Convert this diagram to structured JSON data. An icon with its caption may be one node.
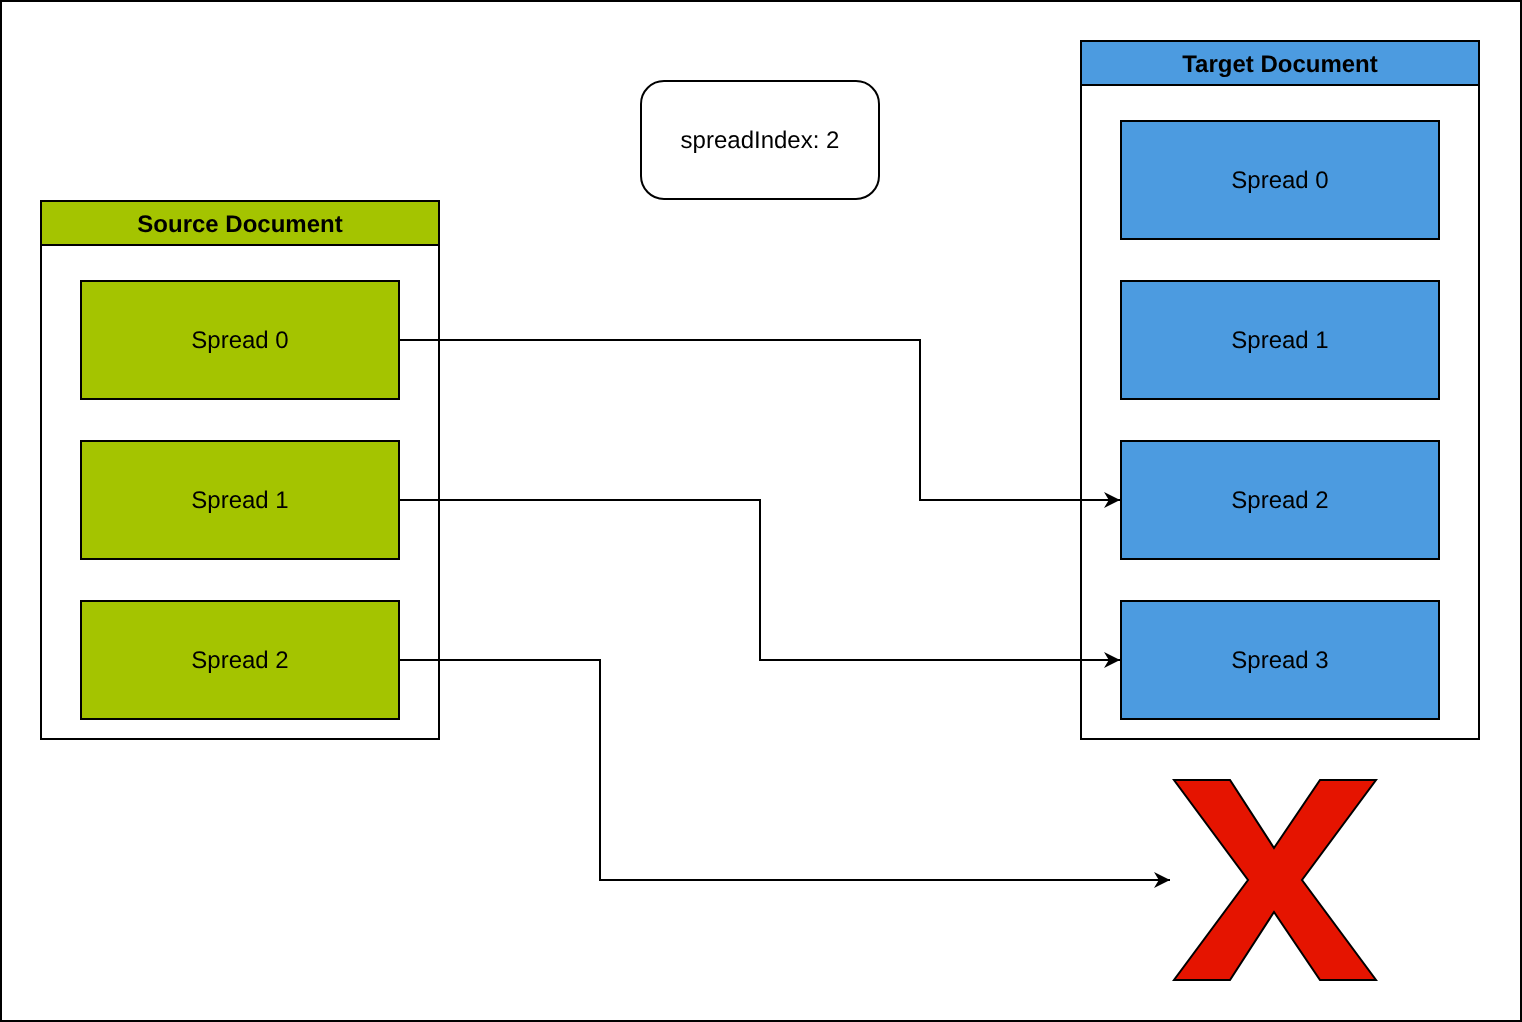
{
  "diagram": {
    "nodes": [
      {
        "text": [
          "Source Document"
        ]
      },
      {
        "text": [
          "Spread 0"
        ],
        "in": 0
      },
      {
        "text": [
          "Spread 1"
        ],
        "in": 0
      },
      {
        "text": [
          "Spread 2"
        ],
        "in": 0
      },
      {
        "text": [
          "spreadIndex: 2"
        ]
      },
      {
        "text": [
          "Target Document"
        ]
      },
      {
        "text": [
          "Spread 0"
        ],
        "in": 5
      },
      {
        "text": [
          "Spread 1"
        ],
        "in": 5
      },
      {
        "text": [
          "Spread 2"
        ],
        "in": 5
      },
      {
        "text": [
          "Spread 3"
        ],
        "in": 5
      },
      {
        "text": [],
        "shape": "cross"
      }
    ],
    "edges": [
      {
        "from": 1,
        "to": 8,
        "arrow": "to"
      },
      {
        "from": 2,
        "to": 9,
        "arrow": "to"
      },
      {
        "from": 3,
        "to": 10,
        "arrow": "to"
      }
    ]
  }
}
